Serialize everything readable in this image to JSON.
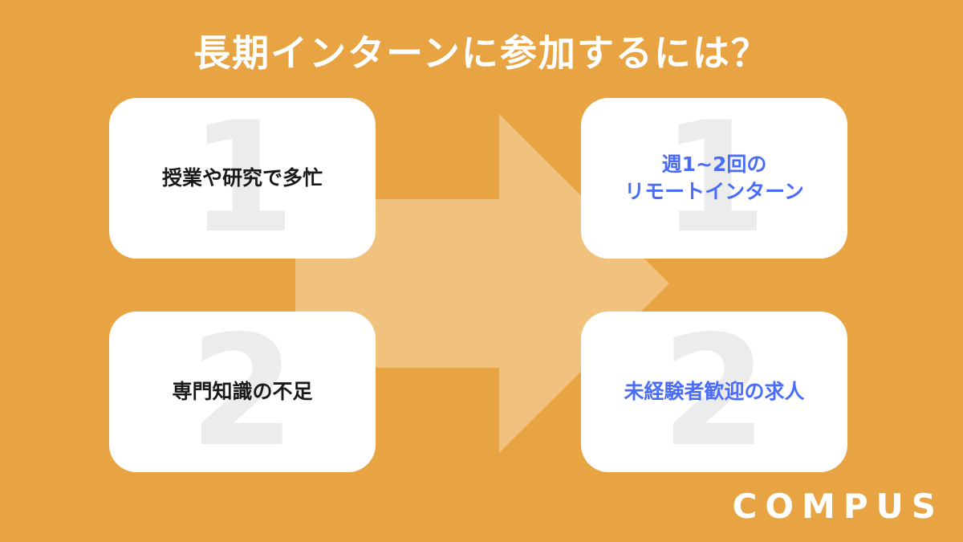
{
  "title": "長期インターンに参加するには？",
  "left_cards": [
    {
      "number": "1",
      "label": "授業や研究で多忙"
    },
    {
      "number": "2",
      "label": "専門知識の不足"
    }
  ],
  "right_cards": [
    {
      "number": "1",
      "label_line1": "週1~2回の",
      "label_line2": "リモートインターン"
    },
    {
      "number": "2",
      "label": "未経験者歓迎の求人"
    }
  ],
  "logo": "COMPUS",
  "colors": {
    "background": "#E8A443",
    "arrow": "#F0C27E",
    "accent_text": "#4A6CF7",
    "card": "#FFFFFF"
  },
  "icons": [
    "right-arrow-icon"
  ]
}
